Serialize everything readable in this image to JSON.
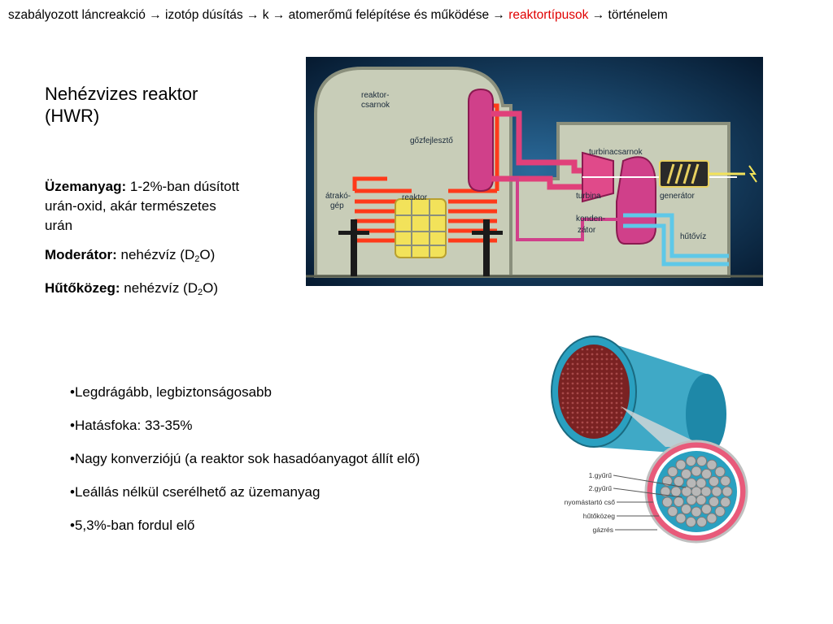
{
  "breadcrumb": {
    "items": [
      "szabályozott láncreakció",
      "→",
      "izotóp dúsítás",
      "→",
      "k",
      "→",
      "atomerőmű felépítése és működése",
      "→",
      "reaktortípusok",
      "→",
      "történelem"
    ]
  },
  "title": {
    "line1": "Nehézvizes reaktor",
    "line2": "(HWR)"
  },
  "specs": {
    "fuel_label": "Üzemanyag:",
    "fuel_value": "1-2%-ban dúsított urán-oxid, akár természetes urán",
    "moderator_label": "Moderátor:",
    "moderator_value_pre": "nehézvíz (D",
    "moderator_sub": "2",
    "moderator_value_post": "O)",
    "coolant_label": "Hűtőközeg:",
    "coolant_value_pre": "nehézvíz (D",
    "coolant_sub": "2",
    "coolant_value_post": "O)"
  },
  "bullets": [
    "•Legdrágább, legbiztonságosabb",
    "•Hatásfoka: 33-35%",
    "•Nagy konverziójú (a reaktor sok hasadóanyagot állít elő)",
    "•Leállás nélkül cserélhető az üzemanyag",
    "•5,3%-ban fordul elő"
  ],
  "diagram": {
    "labels": {
      "hall_1": "reaktor-",
      "hall_2": "csarnok",
      "steam_gen": "gőzfejlesztő",
      "refuel_1": "átrakó-",
      "refuel_2": "gép",
      "reactor": "reaktor",
      "turbine_hall": "turbinacsarnok",
      "turbine": "turbina",
      "generator": "generátor",
      "condenser_1": "konden-",
      "condenser_2": "zátor",
      "cooling_water": "hűtővíz"
    }
  },
  "fuel_bundle": {
    "labels": [
      "1.gyűrű",
      "2.gyűrű",
      "nyomástartó cső",
      "hűtőközeg",
      "gázrés"
    ]
  },
  "colors": {
    "breadcrumb_active": "#e00000",
    "diagram_bg": "#0a2a45",
    "building": "#c8cdb8",
    "primary_loop": "#ff3a1a",
    "steam_loop": "#e0407a",
    "cooling_loop": "#5ec8e8",
    "fuel_core": "#f2e25a",
    "bundle_shell": "#2aa0c0",
    "bundle_core": "#7a2222"
  }
}
